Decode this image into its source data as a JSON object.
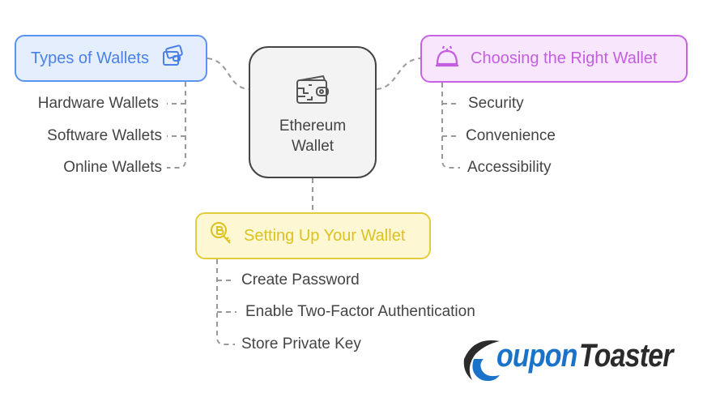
{
  "center": {
    "title_line1": "Ethereum",
    "title_line2": "Wallet",
    "icon": "wallet-icon"
  },
  "types": {
    "title": "Types of Wallets",
    "icon": "wallet-cash-icon",
    "color": "#4a80e8",
    "items": [
      "Hardware Wallets",
      "Software Wallets",
      "Online Wallets"
    ]
  },
  "choosing": {
    "title": "Choosing the Right Wallet",
    "icon": "service-bell-icon",
    "color": "#c45ee0",
    "items": [
      "Security",
      "Convenience",
      "Accessibility"
    ]
  },
  "setup": {
    "title": "Setting Up Your Wallet",
    "icon": "bitcoin-key-icon",
    "color": "#dcc21f",
    "items": [
      "Create Password",
      "Enable Two-Factor Authentication",
      "Store Private Key"
    ]
  },
  "logo": {
    "text_part1": "oupon",
    "text_part2": "Toaster",
    "blue": "#1a73c8",
    "dark": "#2b2b2b"
  }
}
